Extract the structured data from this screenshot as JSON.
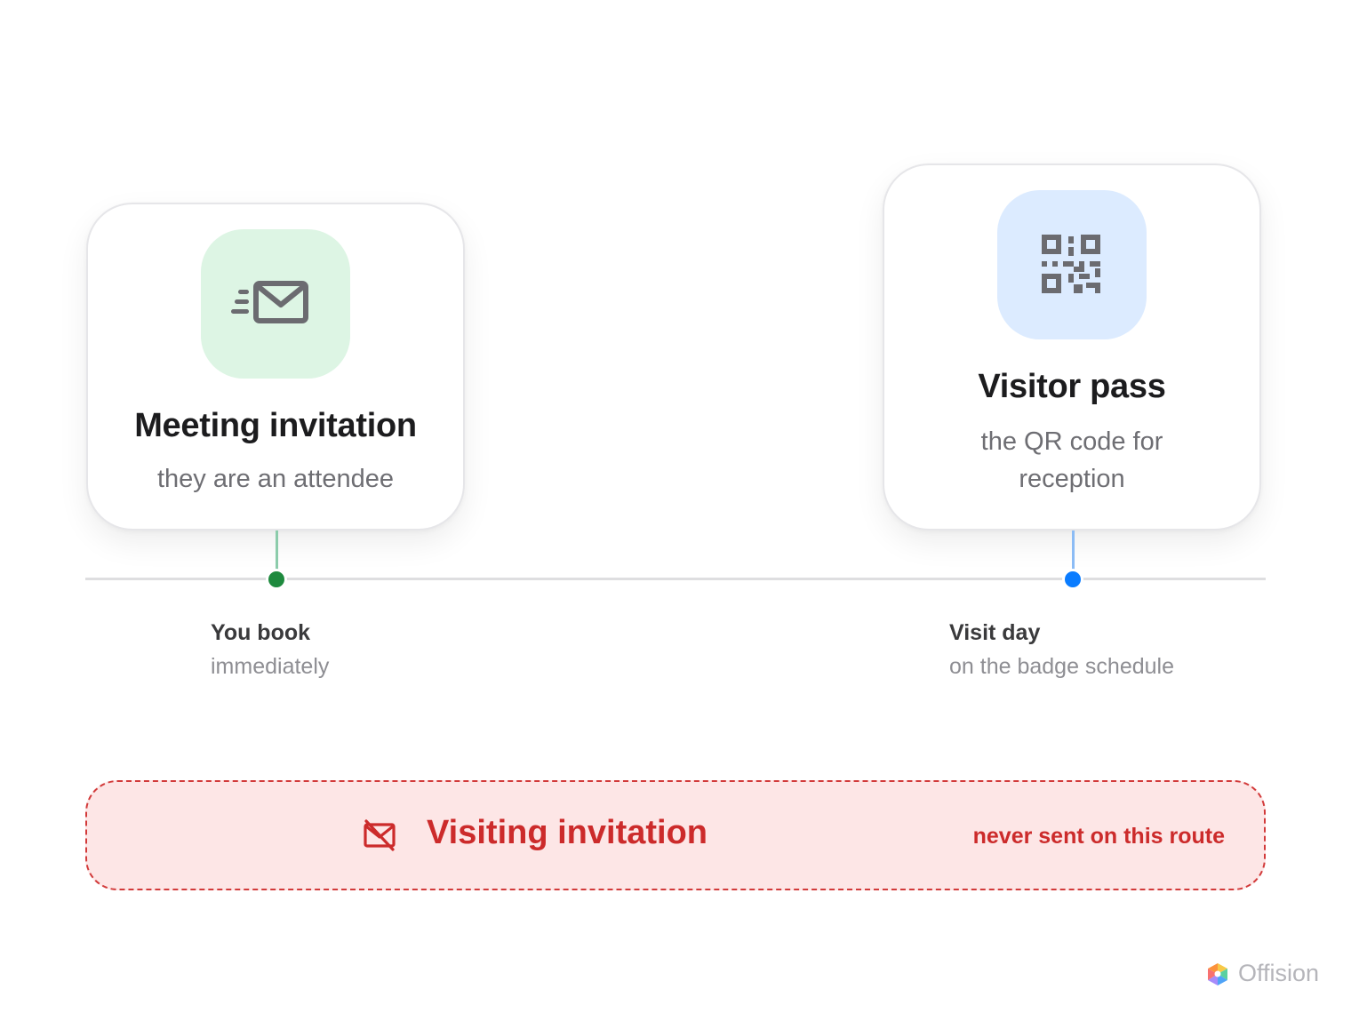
{
  "cards": [
    {
      "title": "Meeting invitation",
      "subtitle": "they are an attendee",
      "icon": "mail-send-icon",
      "tile_color": "#ddf5e4",
      "accent_color": "#1e8a3e"
    },
    {
      "title": "Visitor pass",
      "subtitle": "the QR code for reception",
      "icon": "qr-code-icon",
      "tile_color": "#dcebff",
      "accent_color": "#0a7cff"
    }
  ],
  "timeline": {
    "steps": [
      {
        "label": "You book",
        "sublabel": "immediately"
      },
      {
        "label": "Visit day",
        "sublabel": "on the badge schedule"
      }
    ]
  },
  "banner": {
    "title": "Visiting invitation",
    "note": "never sent on this route",
    "icon": "mail-off-icon",
    "color": "#cc2b2b",
    "background": "#fde6e6"
  },
  "brand": {
    "name": "Offision",
    "icon": "offision-logo"
  }
}
